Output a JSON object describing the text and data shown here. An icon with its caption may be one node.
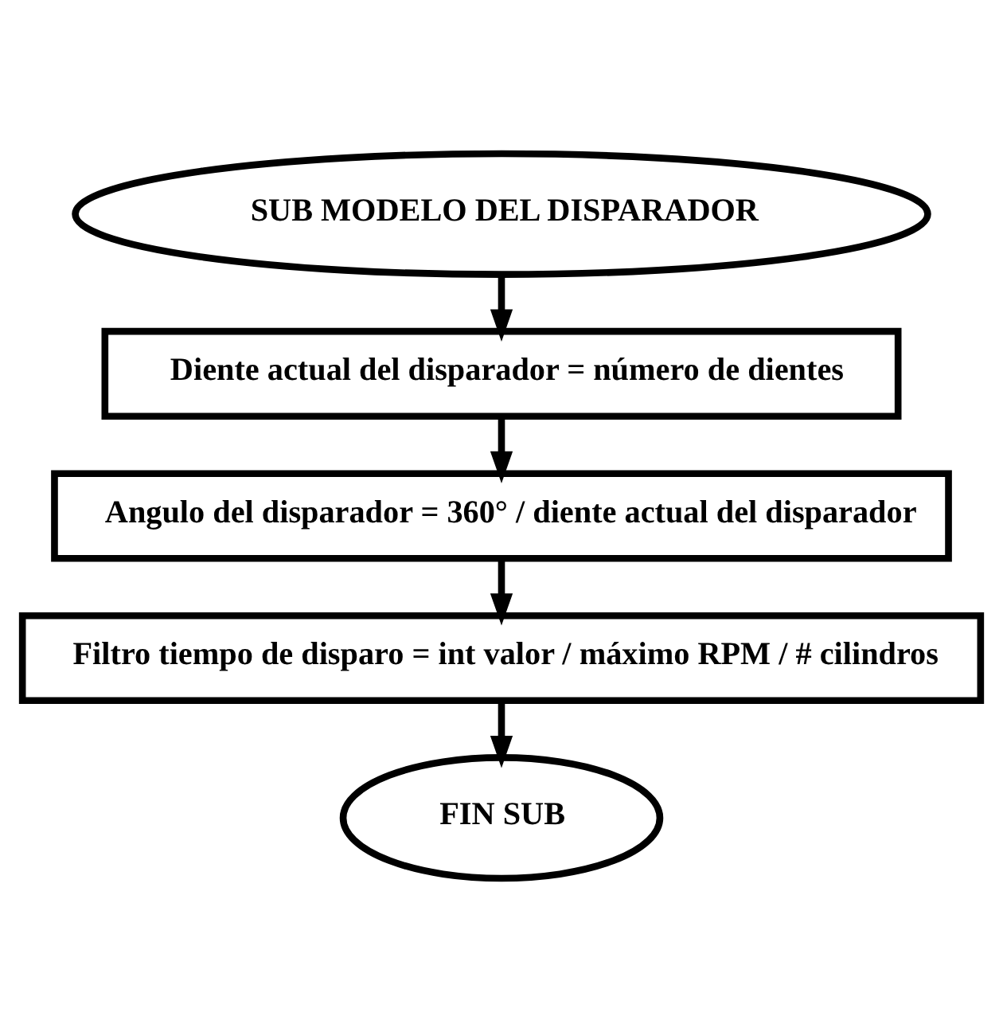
{
  "diagram": {
    "nodes": [
      {
        "text": [
          "SUB MODELO DEL DISPARADOR"
        ]
      },
      {
        "text": [
          "Diente actual del disparador = número de dientes"
        ]
      },
      {
        "text": [
          "Angulo del disparador = 360° / diente actual del disparador"
        ]
      },
      {
        "text": [
          "Filtro tiempo de disparo = int valor / máximo RPM / # cilindros"
        ]
      },
      {
        "text": [
          "FIN SUB"
        ]
      }
    ],
    "edges": [
      {
        "from": 0,
        "to": 1,
        "arrow": "to"
      },
      {
        "from": 1,
        "to": 2,
        "arrow": "to"
      },
      {
        "from": 2,
        "to": 3,
        "arrow": "to"
      },
      {
        "from": 3,
        "to": 4,
        "arrow": "to"
      }
    ]
  }
}
